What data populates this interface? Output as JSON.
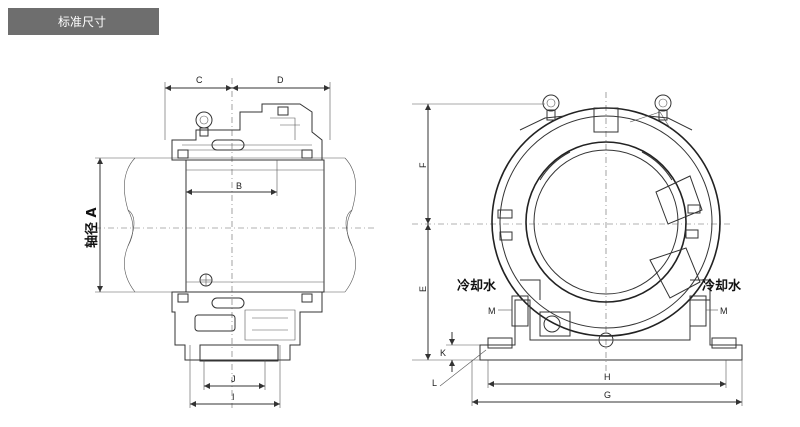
{
  "header": {
    "title": "标准尺寸"
  },
  "left_view": {
    "labels": {
      "C": "C",
      "D": "D",
      "B": "B",
      "A": "轴径 A",
      "J": "J",
      "I": "I"
    }
  },
  "right_view": {
    "labels": {
      "F": "F",
      "E": "E",
      "K": "K",
      "L": "L",
      "H": "H",
      "G": "G",
      "M_left": "M",
      "M_right": "M"
    },
    "cooling_left": "冷却水",
    "cooling_right": "冷却水"
  }
}
